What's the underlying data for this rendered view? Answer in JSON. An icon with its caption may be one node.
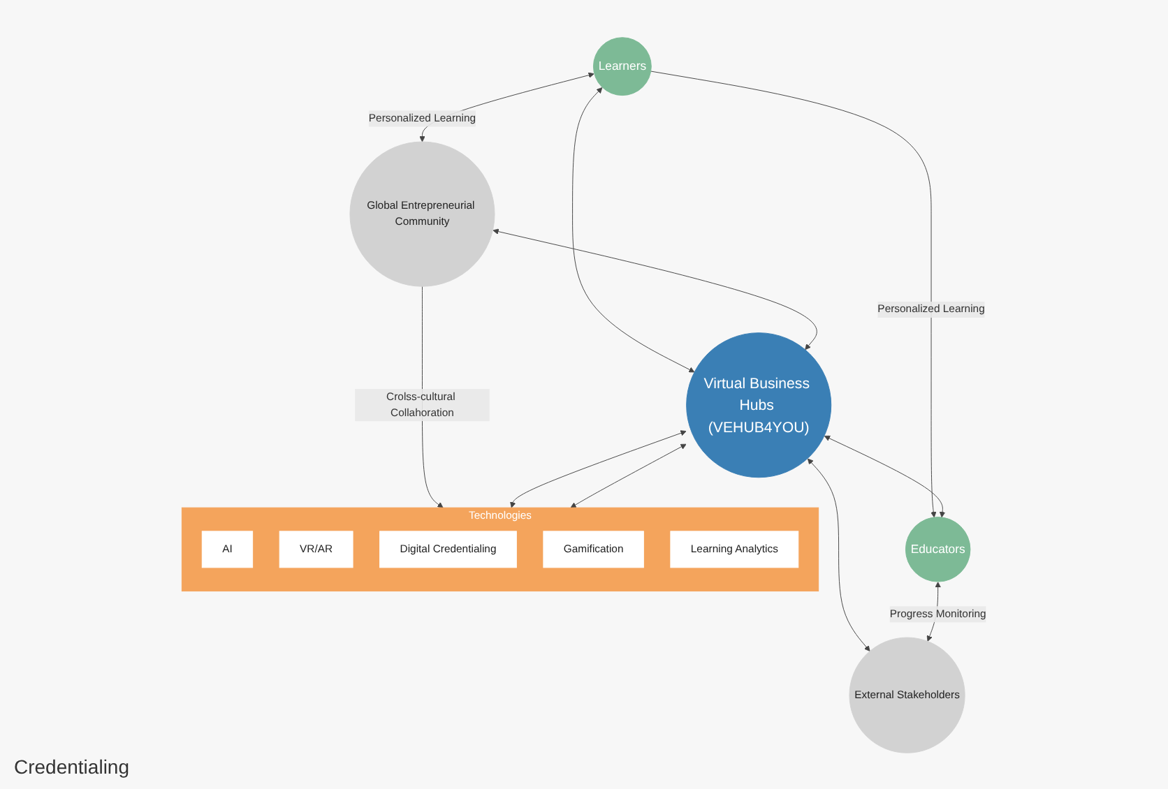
{
  "diagram": {
    "nodes": [
      {
        "text": [
          "Learners"
        ]
      },
      {
        "text": [
          "Global Entrepreneurial Community"
        ]
      },
      {
        "text": [
          "Virtual Business Hubs (VEHUB4YOU)"
        ]
      },
      {
        "text": [
          "Technologies"
        ]
      },
      {
        "text": [
          "AI"
        ],
        "in": 3
      },
      {
        "text": [
          "VR/AR"
        ],
        "in": 3
      },
      {
        "text": [
          "Digital Credentialing"
        ],
        "in": 3
      },
      {
        "text": [
          "Gamification"
        ],
        "in": 3
      },
      {
        "text": [
          "Learning Analytics"
        ],
        "in": 3
      },
      {
        "text": [
          "Educators"
        ]
      },
      {
        "text": [
          "External Stakeholders"
        ]
      }
    ],
    "edges": [
      {
        "from": 0,
        "to": 1,
        "arrow": "both",
        "label": "Personalized Learning"
      },
      {
        "from": 0,
        "to": 2,
        "arrow": "both"
      },
      {
        "from": 1,
        "to": 2,
        "arrow": "both"
      },
      {
        "from": 1,
        "to": 3,
        "arrow": "to",
        "label": "Crolss-cultural Collahoration"
      },
      {
        "from": 0,
        "to": 9,
        "arrow": "to",
        "label": "Personalized Learning"
      },
      {
        "from": 2,
        "to": 3,
        "arrow": "both"
      },
      {
        "from": 2,
        "to": 3,
        "arrow": "both"
      },
      {
        "from": 2,
        "to": 9,
        "arrow": "both"
      },
      {
        "from": 2,
        "to": 10,
        "arrow": "both"
      },
      {
        "from": 9,
        "to": 10,
        "arrow": "both",
        "label": "Progress Monitoring"
      }
    ],
    "labels": [
      "Credentialing"
    ]
  }
}
